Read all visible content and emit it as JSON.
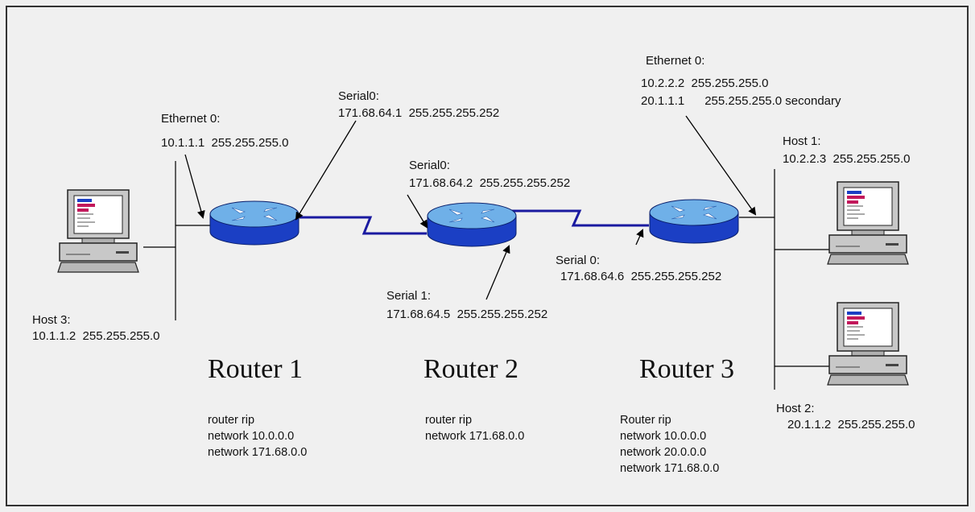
{
  "labels": {
    "r1_eth_title": "Ethernet 0:",
    "r1_eth_addr": "10.1.1.1  255.255.255.0",
    "r1_ser_title": "Serial0:",
    "r1_ser_addr": "171.68.64.1  255.255.255.252",
    "r2_ser0_title": "Serial0:",
    "r2_ser0_addr": "171.68.64.2  255.255.255.252",
    "r2_ser1_title": "Serial 1:",
    "r2_ser1_addr": "171.68.64.5  255.255.255.252",
    "r3_eth_title": "Ethernet 0:",
    "r3_eth_addr1": "10.2.2.2  255.255.255.0",
    "r3_eth_addr2": "20.1.1.1      255.255.255.0 secondary",
    "r3_ser_title": "Serial 0:",
    "r3_ser_addr": "171.68.64.6  255.255.255.252",
    "host1_title": "Host 1:",
    "host1_addr": "10.2.2.3  255.255.255.0",
    "host2_title": "Host 2:",
    "host2_addr": "20.1.1.2  255.255.255.0",
    "host3_title": "Host 3:",
    "host3_addr": "10.1.1.2  255.255.255.0"
  },
  "routers": [
    {
      "name": "Router 1",
      "config": [
        "router rip",
        "network 10.0.0.0",
        "network 171.68.0.0"
      ]
    },
    {
      "name": "Router 2",
      "config": [
        "router rip",
        "network 171.68.0.0"
      ]
    },
    {
      "name": "Router 3",
      "config": [
        "Router rip",
        "network 10.0.0.0",
        "network 20.0.0.0",
        "network 171.68.0.0"
      ]
    }
  ],
  "icons": {
    "router": "router-icon",
    "host": "computer-icon"
  },
  "colors": {
    "router_top": "#6fb0e8",
    "router_body": "#1b3fc4",
    "serial_link": "#1a1aa0",
    "background": "#f0f0f0"
  }
}
